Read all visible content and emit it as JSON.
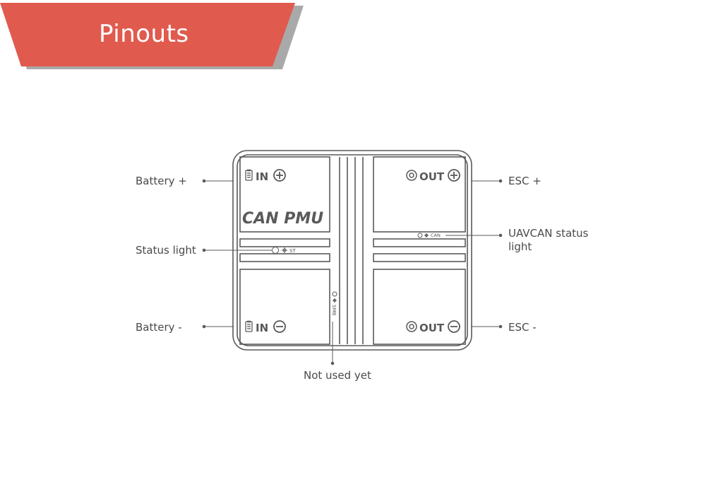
{
  "header": {
    "title": "Pinouts"
  },
  "device": {
    "brand": "CAN PMU",
    "in_plus": "IN",
    "in_minus": "IN",
    "out_plus": "OUT",
    "out_minus": "OUT",
    "led_st": "ST",
    "led_can": "CAN",
    "led_smb": "SMB"
  },
  "labels": {
    "battery_plus": "Battery +",
    "status_light": "Status light",
    "battery_minus": "Battery -",
    "esc_plus": "ESC +",
    "uavcan_line1": "UAVCAN status",
    "uavcan_line2": "light",
    "esc_minus": "ESC -",
    "not_used": "Not used yet"
  },
  "colors": {
    "banner": "#e05a4e",
    "banner_shadow": "#a9a9a9",
    "device_stroke": "#5a5a5a",
    "label_text": "#4a4a4a"
  }
}
